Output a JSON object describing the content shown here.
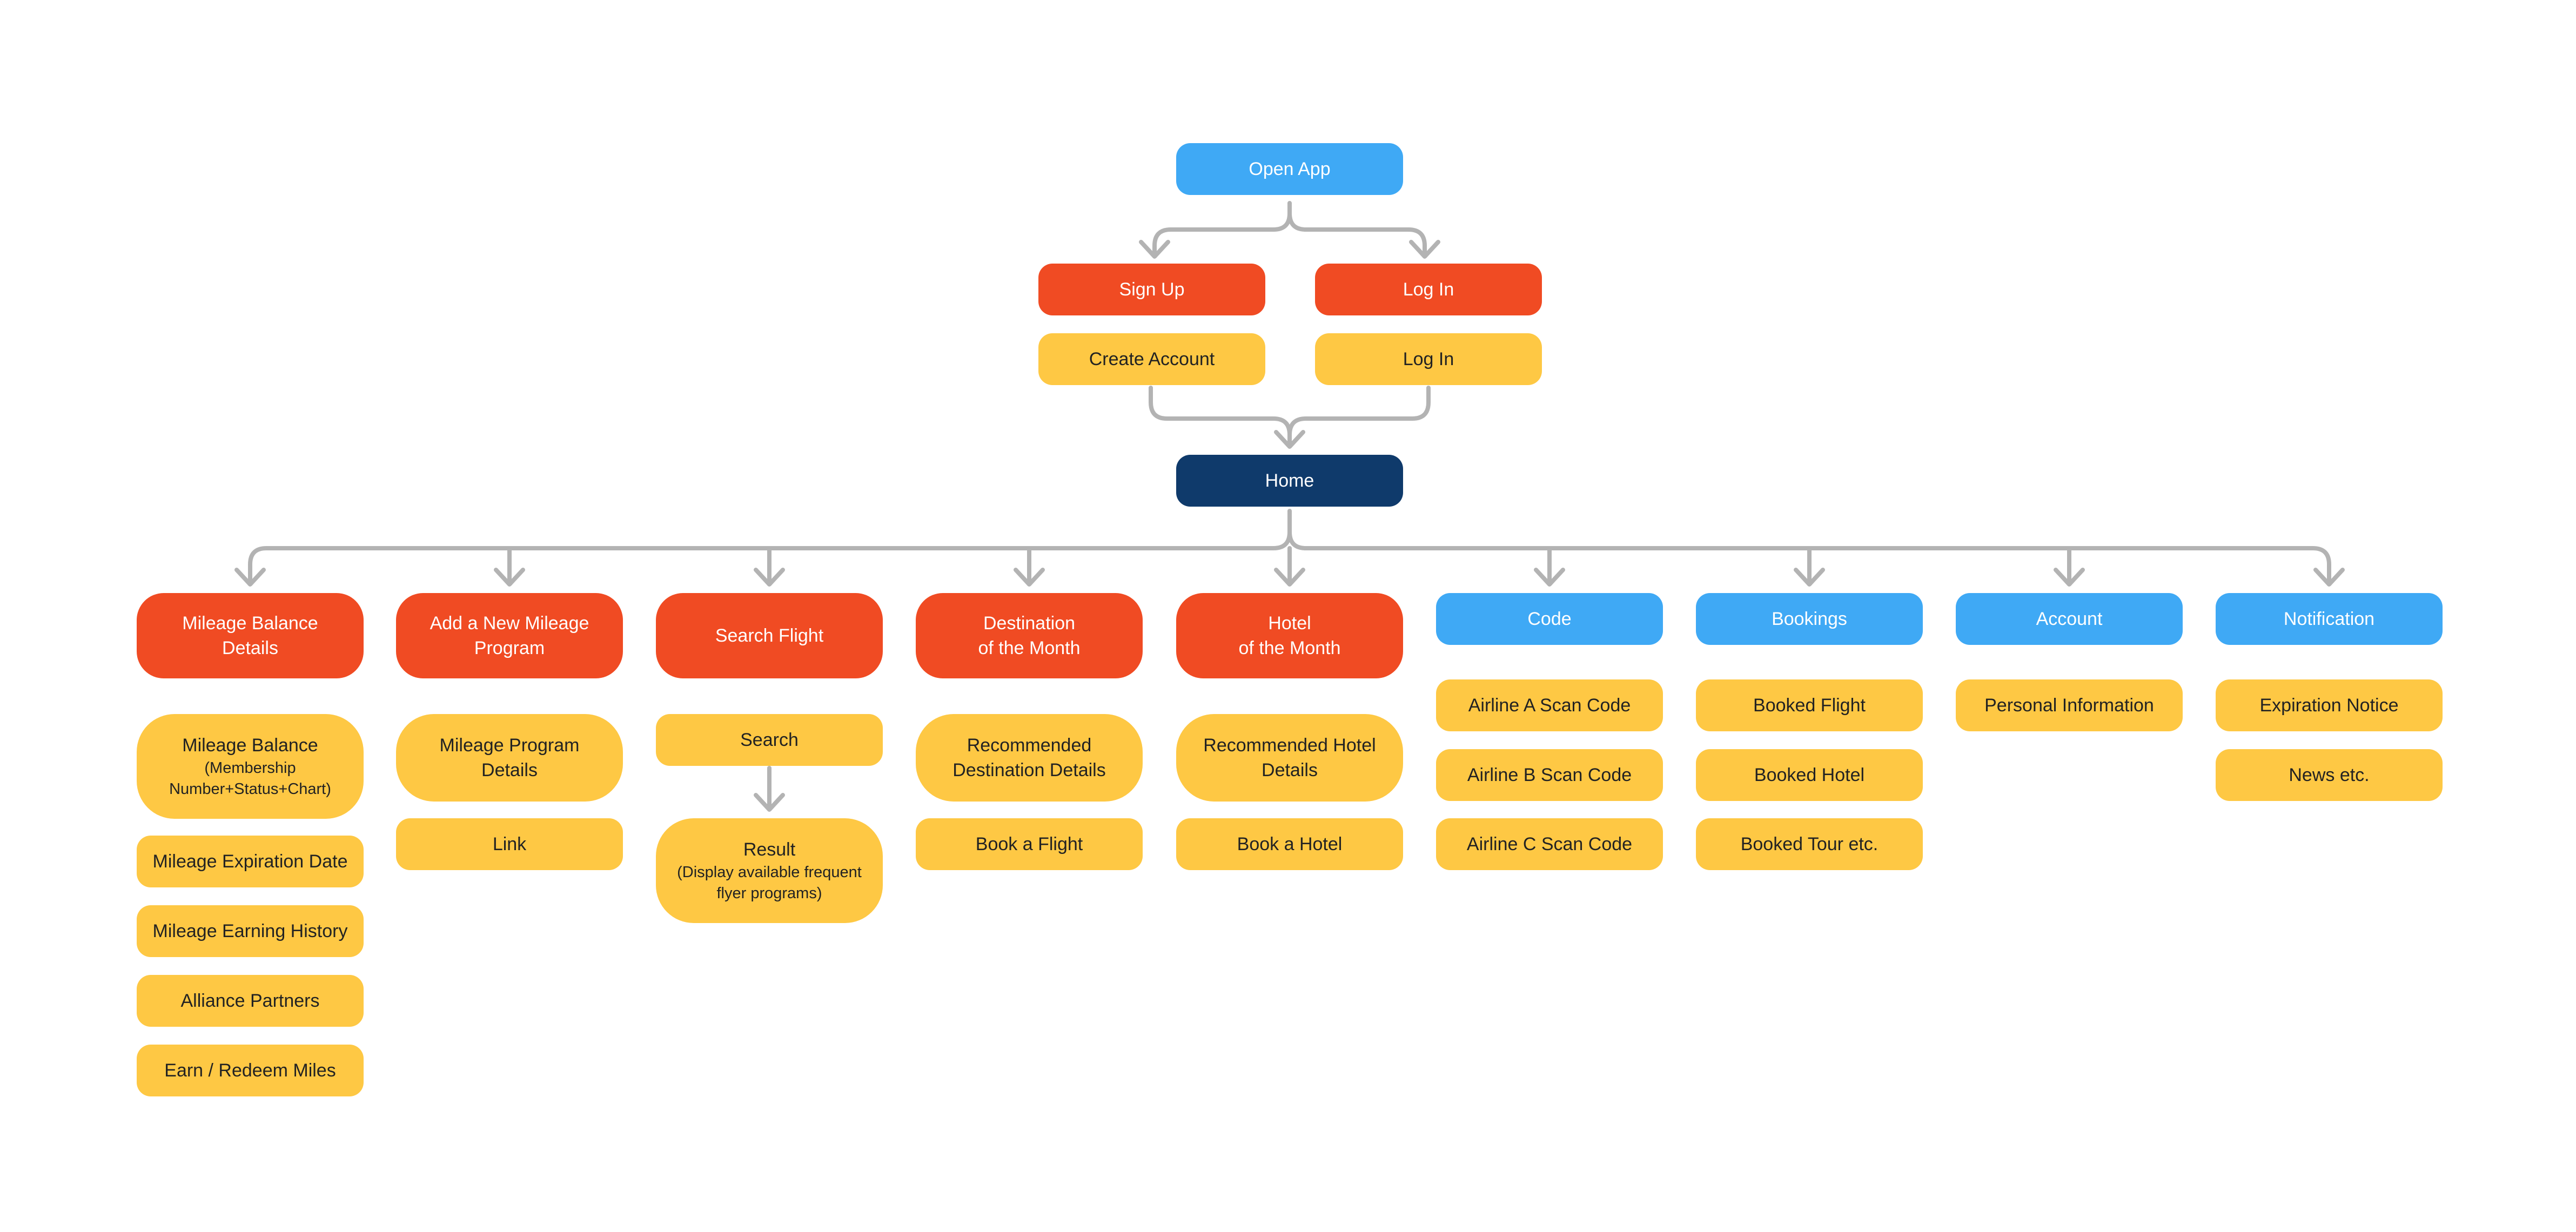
{
  "colors": {
    "primary_blue": "#3fa9f5",
    "home_navy": "#0f3a6b",
    "section_red": "#f04b23",
    "detail_yellow": "#fec844",
    "connector_gray": "#b3b3b3"
  },
  "flow": {
    "open_app": "Open App",
    "sign_up": "Sign Up",
    "log_in": "Log In",
    "create_account": "Create Account",
    "log_in_step": "Log In",
    "home": "Home"
  },
  "sections": [
    {
      "title": "Mileage Balance\nDetails",
      "items": [
        {
          "label": "Mileage Balance",
          "sub": "(Membership\nNumber+Status+Chart)"
        },
        {
          "label": "Mileage Expiration Date"
        },
        {
          "label": "Mileage Earning History"
        },
        {
          "label": "Alliance Partners"
        },
        {
          "label": "Earn / Redeem Miles"
        }
      ]
    },
    {
      "title": "Add a New Mileage\nProgram",
      "items": [
        {
          "label": "Mileage Program\nDetails"
        },
        {
          "label": "Link"
        }
      ]
    },
    {
      "title": "Search Flight",
      "items": [
        {
          "label": "Search"
        },
        {
          "label": "Result",
          "sub": "(Display available frequent\nflyer programs)"
        }
      ]
    },
    {
      "title": "Destination\nof the Month",
      "items": [
        {
          "label": "Recommended\nDestination Details"
        },
        {
          "label": "Book a Flight"
        }
      ]
    },
    {
      "title": "Hotel\nof the Month",
      "items": [
        {
          "label": "Recommended Hotel\nDetails"
        },
        {
          "label": "Book a Hotel"
        }
      ]
    },
    {
      "title": "Code",
      "items": [
        {
          "label": "Airline A Scan Code"
        },
        {
          "label": "Airline B Scan Code"
        },
        {
          "label": "Airline C Scan Code"
        }
      ]
    },
    {
      "title": "Bookings",
      "items": [
        {
          "label": "Booked Flight"
        },
        {
          "label": "Booked Hotel"
        },
        {
          "label": "Booked Tour etc."
        }
      ]
    },
    {
      "title": "Account",
      "items": [
        {
          "label": "Personal Information"
        }
      ]
    },
    {
      "title": "Notification",
      "items": [
        {
          "label": "Expiration Notice"
        },
        {
          "label": "News etc."
        }
      ]
    }
  ]
}
